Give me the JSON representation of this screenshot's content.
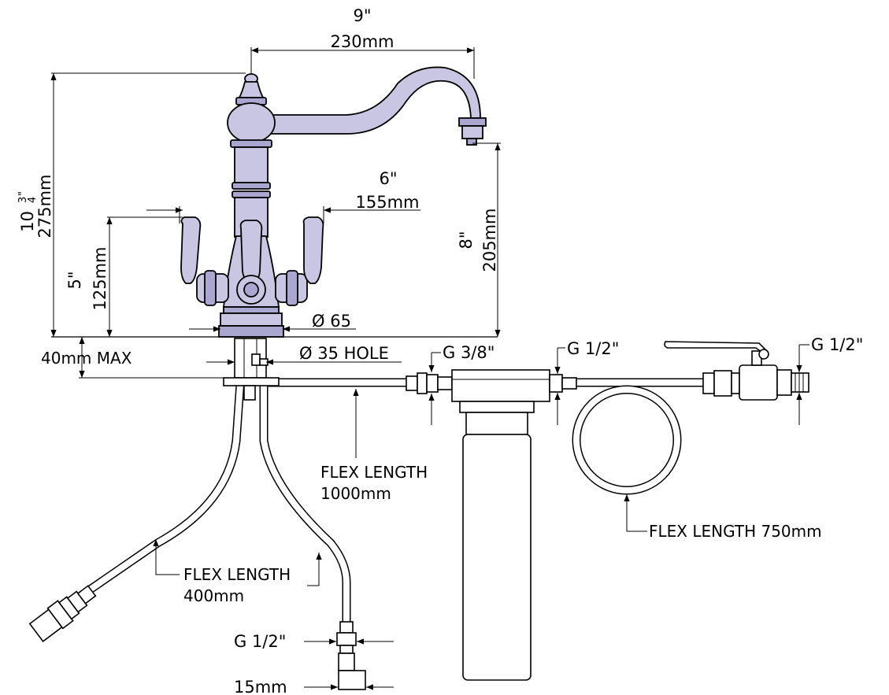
{
  "labels": {
    "width_in": "9\"",
    "width_mm": "230mm",
    "height_in_whole": "10",
    "height_in_num": "3",
    "height_in_den": "4",
    "height_in_mark": "\"",
    "height_mm": "275mm",
    "lever_in": "6\"",
    "lever_mm": "155mm",
    "spout_in": "8\"",
    "spout_mm": "205mm",
    "handle_in": "5\"",
    "handle_mm": "125mm",
    "base_dia": "Ø 65",
    "hole_dia": "Ø 35 HOLE",
    "deck_max": "40mm MAX",
    "fit_in": "G 3/8\"",
    "fit_mid": "G 1/2\"",
    "fit_out": "G 1/2\"",
    "fit_bottom": "G 1/2\"",
    "bottom_size": "15mm",
    "flex_main_1": "FLEX LENGTH",
    "flex_main_2": "1000mm",
    "flex_coil": "FLEX LENGTH 750mm",
    "flex_short_1": "FLEX LENGTH",
    "flex_short_2": "400mm"
  },
  "colors": {
    "metal": "#c8c6e2",
    "metal_shade": "#a9a6cf",
    "line": "#000000"
  }
}
